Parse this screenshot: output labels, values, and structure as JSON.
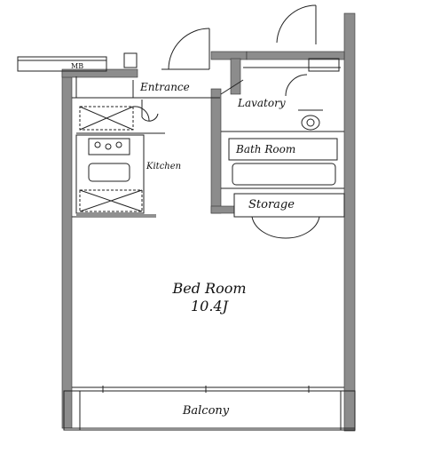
{
  "labels": {
    "mb": "MB",
    "entrance": "Entrance",
    "lavatory": "Lavatory",
    "kitchen": "Kitchen",
    "bath_room": "Bath Room",
    "storage": "Storage",
    "bed_room": "Bed Room",
    "bed_room_size": "10.4J",
    "balcony": "Balcony"
  },
  "colors": {
    "wall": "#8c8c8c",
    "line": "#222222"
  }
}
